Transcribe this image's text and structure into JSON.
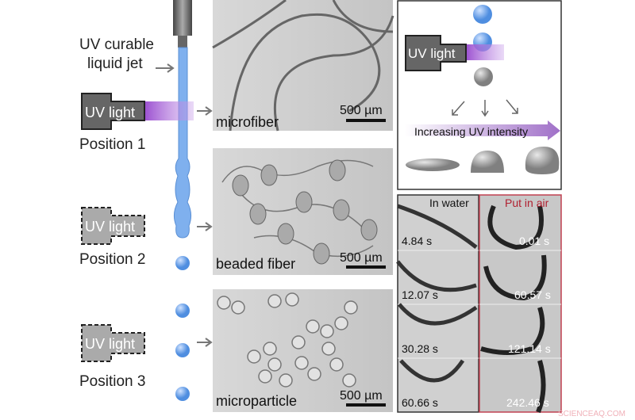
{
  "left": {
    "jet_label_line1": "UV curable",
    "jet_label_line2": "liquid jet",
    "uv_label": "UV light",
    "positions": [
      "Position 1",
      "Position 2",
      "Position 3"
    ]
  },
  "middle": {
    "panels": [
      {
        "label": "microfiber",
        "scale": "500 µm"
      },
      {
        "label": "beaded fiber",
        "scale": "500 µm"
      },
      {
        "label": "microparticle",
        "scale": "500 µm"
      }
    ]
  },
  "top_right": {
    "uv_label": "UV light",
    "arrow_label": "Increasing UV intensity"
  },
  "bottom_right": {
    "water_title": "In water",
    "air_title": "Put in air",
    "water_times": [
      "4.84 s",
      "12.07 s",
      "30.28 s",
      "60.66 s"
    ],
    "air_times": [
      "0.01 s",
      "60.57 s",
      "121.14 s",
      "242.46 s"
    ]
  },
  "watermark": "SCIENCEAQ.COM",
  "colors": {
    "jet": "#7fb0ee",
    "uv": "#a05ad0",
    "air_border": "#c04050",
    "air_title": "#b02030"
  }
}
